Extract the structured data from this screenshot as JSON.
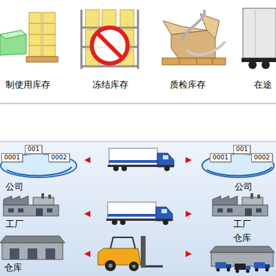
{
  "diagram": {
    "nodes": [
      {
        "text": [
          "公司"
        ]
      },
      {
        "text": [
          "001"
        ],
        "in": 0
      },
      {
        "text": [
          "0001"
        ],
        "in": 0
      },
      {
        "text": [
          "0002"
        ],
        "in": 0
      },
      {
        "text": [
          "公司"
        ]
      },
      {
        "text": [
          "001"
        ],
        "in": 4
      },
      {
        "text": [
          "0001"
        ],
        "in": 4
      },
      {
        "text": [
          "0002"
        ],
        "in": 4
      },
      {
        "text": [
          "工厂"
        ]
      },
      {
        "text": [
          "工厂"
        ]
      },
      {
        "text": [
          "仓库"
        ]
      },
      {
        "text": [
          "仓库"
        ]
      }
    ],
    "edges": [
      {
        "from": 0,
        "to": 4,
        "arrow": "both"
      },
      {
        "from": 8,
        "to": 9,
        "arrow": "both"
      },
      {
        "from": 10,
        "to": 11,
        "arrow": "both"
      }
    ],
    "labels": [
      "制使用库存",
      "冻结库存",
      "质检库存",
      "在途"
    ]
  }
}
